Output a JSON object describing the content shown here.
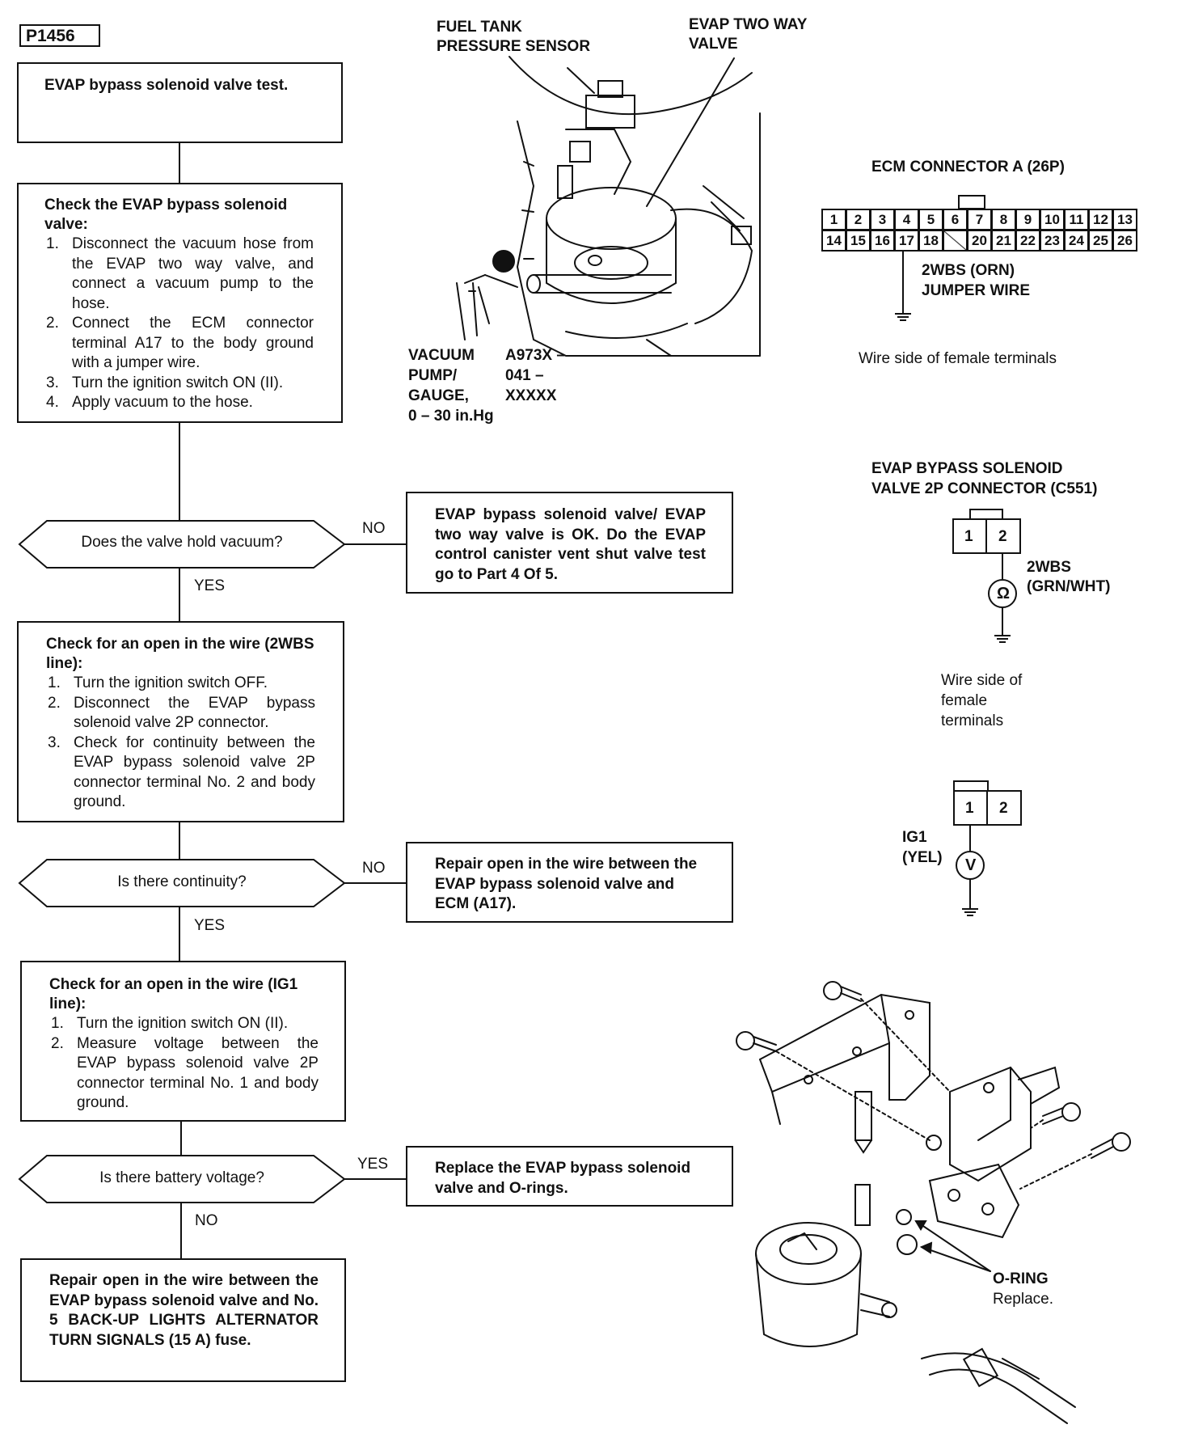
{
  "code": "P1456",
  "flow": {
    "start_box": "EVAP bypass solenoid valve test.",
    "check1": {
      "title": "Check the EVAP bypass solenoid valve:",
      "steps": [
        {
          "num": "1.",
          "text": "Disconnect the vacuum hose from the EVAP two way valve, and connect a vacuum pump to the hose."
        },
        {
          "num": "2.",
          "text": "Connect the ECM connector terminal A17 to the body ground with a jumper wire."
        },
        {
          "num": "3.",
          "text": "Turn the ignition switch ON (II)."
        },
        {
          "num": "4.",
          "text": "Apply vacuum to the hose."
        }
      ]
    },
    "q1": {
      "text": "Does the valve hold vacuum?",
      "no": "NO",
      "yes": "YES"
    },
    "result1": "EVAP bypass solenoid valve/ EVAP two way valve is OK. Do the EVAP control canister vent shut valve test go to Part 4 Of 5.",
    "check2": {
      "title": "Check for an open in the wire (2WBS line):",
      "steps": [
        {
          "num": "1.",
          "text": "Turn the ignition switch OFF."
        },
        {
          "num": "2.",
          "text": "Disconnect the EVAP bypass solenoid valve 2P connector."
        },
        {
          "num": "3.",
          "text": "Check for continuity between the EVAP bypass solenoid valve 2P connector terminal No. 2 and body ground."
        }
      ]
    },
    "q2": {
      "text": "Is there continuity?",
      "no": "NO",
      "yes": "YES"
    },
    "result2": "Repair open in the wire between the EVAP bypass solenoid valve and ECM (A17).",
    "check3": {
      "title": "Check for an open in the wire (IG1 line):",
      "steps": [
        {
          "num": "1.",
          "text": "Turn the ignition switch ON (II)."
        },
        {
          "num": "2.",
          "text": "Measure voltage between the EVAP bypass solenoid valve 2P connector terminal No. 1 and body ground."
        }
      ]
    },
    "q3": {
      "text": "Is there battery voltage?",
      "yes": "YES",
      "no": "NO"
    },
    "result3": "Replace the EVAP bypass solenoid valve and O-rings.",
    "final": "Repair open in the wire between the EVAP bypass solenoid valve and No. 5 BACK-UP LIGHTS ALTERNATOR TURN SIGNALS (15 A) fuse."
  },
  "illustration1": {
    "fuel_tank_sensor": [
      "FUEL TANK",
      "PRESSURE SENSOR"
    ],
    "two_way_valve": [
      "EVAP TWO WAY",
      "VALVE"
    ],
    "vacuum_pump": [
      "VACUUM",
      "PUMP/",
      "GAUGE,",
      "0 – 30 in.Hg"
    ],
    "tool_number": [
      "A973X –",
      "041 –",
      "XXXXX"
    ]
  },
  "ecm_connector": {
    "title": "ECM CONNECTOR A (26P)",
    "row1": [
      "1",
      "2",
      "3",
      "4",
      "5",
      "6",
      "7",
      "8",
      "9",
      "10",
      "11",
      "12",
      "13"
    ],
    "row2": [
      "14",
      "15",
      "16",
      "17",
      "18",
      "",
      "20",
      "21",
      "22",
      "23",
      "24",
      "25",
      "26"
    ],
    "wire_label": [
      "2WBS (ORN)",
      "JUMPER WIRE"
    ],
    "caption": "Wire side of female terminals"
  },
  "solenoid_connector": {
    "title": [
      "EVAP BYPASS SOLENOID",
      "VALVE 2P CONNECTOR (C551)"
    ],
    "pins": [
      "1",
      "2"
    ],
    "wire_label": [
      "2WBS",
      "(GRN/WHT)"
    ],
    "meter_symbol": "Ω",
    "caption": [
      "Wire side of",
      "female",
      "terminals"
    ]
  },
  "voltage_connector": {
    "pins": [
      "1",
      "2"
    ],
    "wire_label": [
      "IG1",
      "(YEL)"
    ],
    "meter_symbol": "V"
  },
  "illustration2": {
    "oring_label": "O-RING",
    "oring_note": "Replace."
  }
}
